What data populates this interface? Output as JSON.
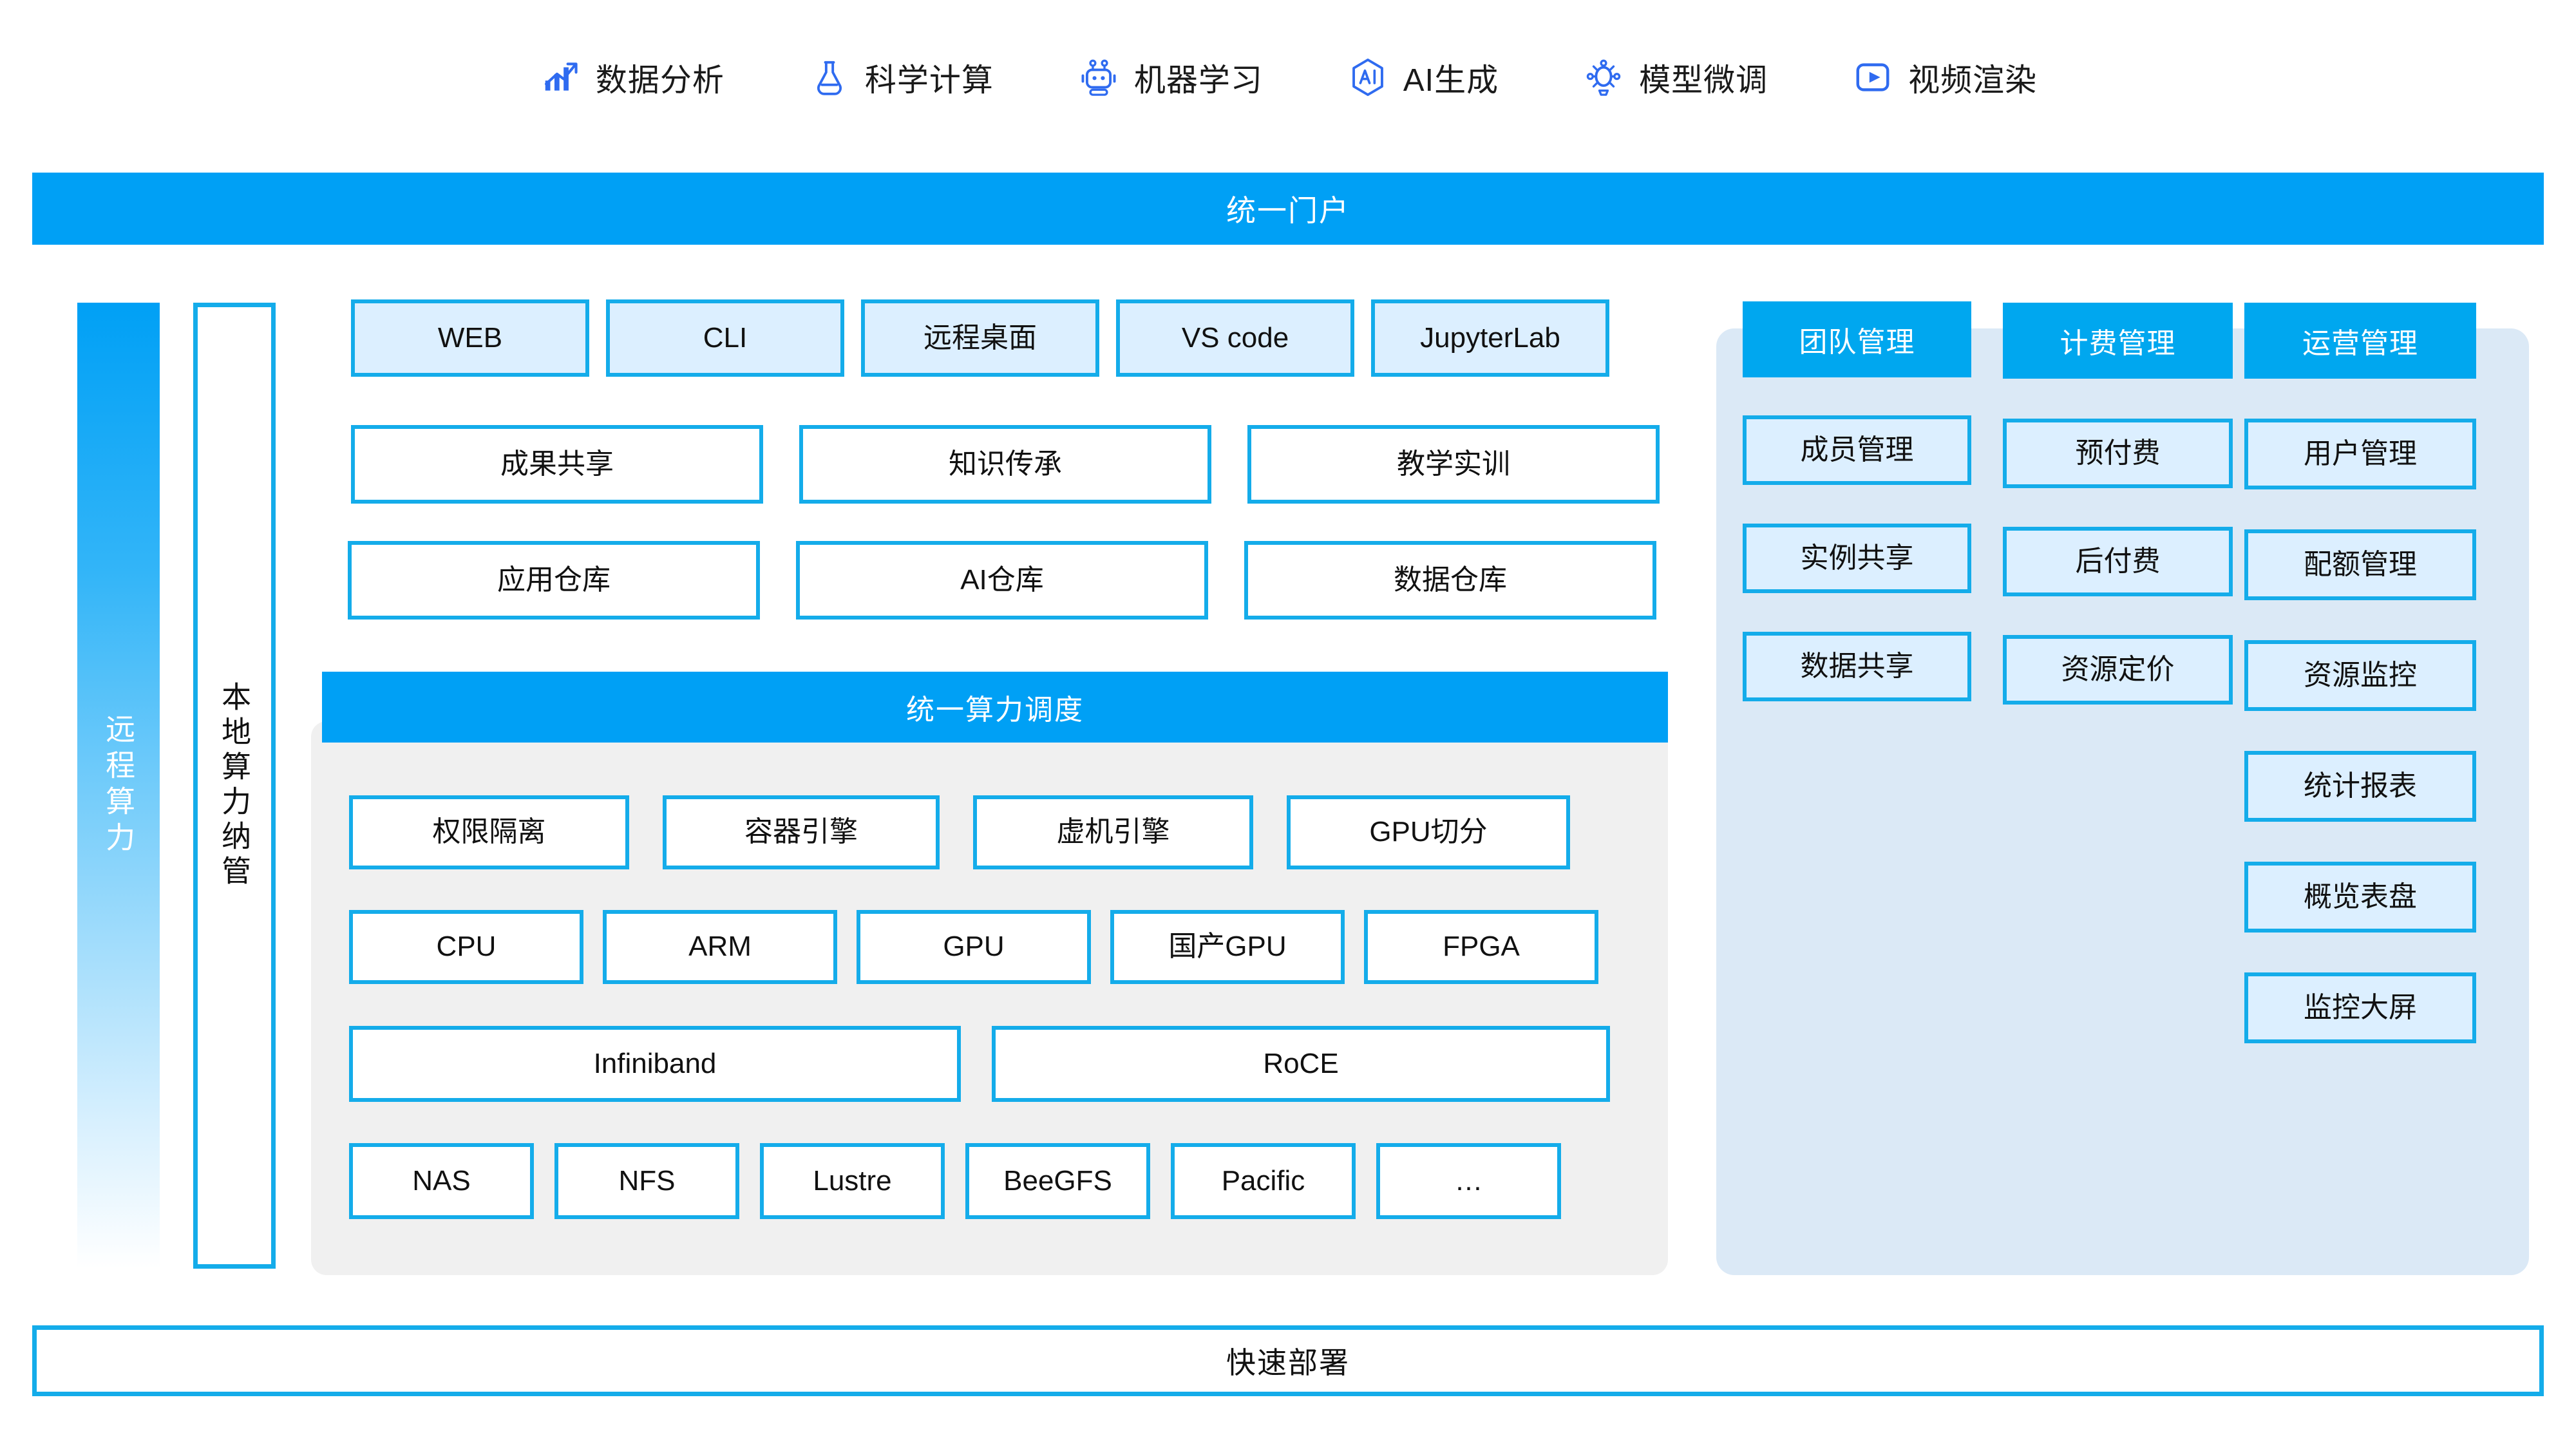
{
  "scenarios": [
    {
      "icon": "chart-growth-icon",
      "label": "数据分析"
    },
    {
      "icon": "flask-icon",
      "label": "科学计算"
    },
    {
      "icon": "robot-icon",
      "label": "机器学习"
    },
    {
      "icon": "ai-hexagon-icon",
      "label": "AI生成"
    },
    {
      "icon": "model-tune-icon",
      "label": "模型微调"
    },
    {
      "icon": "video-play-icon",
      "label": "视频渲染"
    }
  ],
  "portal": {
    "title": "统一门户"
  },
  "left_rails": {
    "remote": "远程算力",
    "local": "本地算力纳管"
  },
  "access_row": [
    "WEB",
    "CLI",
    "远程桌面",
    "VS code",
    "JupyterLab"
  ],
  "service_row": [
    "成果共享",
    "知识传承",
    "教学实训"
  ],
  "repo_row": [
    "应用仓库",
    "AI仓库",
    "数据仓库"
  ],
  "scheduler": {
    "title": "统一算力调度"
  },
  "infra": {
    "security_row": [
      "权限隔离",
      "容器引擎",
      "虚机引擎",
      "GPU切分"
    ],
    "hardware_row": [
      "CPU",
      "ARM",
      "GPU",
      "国产GPU",
      "FPGA"
    ],
    "network_row": [
      "Infiniband",
      "RoCE"
    ],
    "storage_row": [
      "NAS",
      "NFS",
      "Lustre",
      "BeeGFS",
      "Pacific",
      "…"
    ]
  },
  "management": {
    "columns": [
      {
        "header": "团队管理",
        "items": [
          "成员管理",
          "实例共享",
          "数据共享"
        ]
      },
      {
        "header": "计费管理",
        "items": [
          "预付费",
          "后付费",
          "资源定价"
        ]
      },
      {
        "header": "运营管理",
        "items": [
          "用户管理",
          "配额管理",
          "资源监控",
          "统计报表",
          "概览表盘",
          "监控大屏"
        ]
      }
    ]
  },
  "deploy": {
    "title": "快速部署"
  },
  "colors": {
    "brand_blue": "#00a0f5",
    "border_blue": "#14acea",
    "tint_blue": "#dcefff",
    "panel_gray": "#f0f0f0",
    "panel_blue": "#dbe9f6",
    "icon_blue": "#2f6bf0"
  }
}
